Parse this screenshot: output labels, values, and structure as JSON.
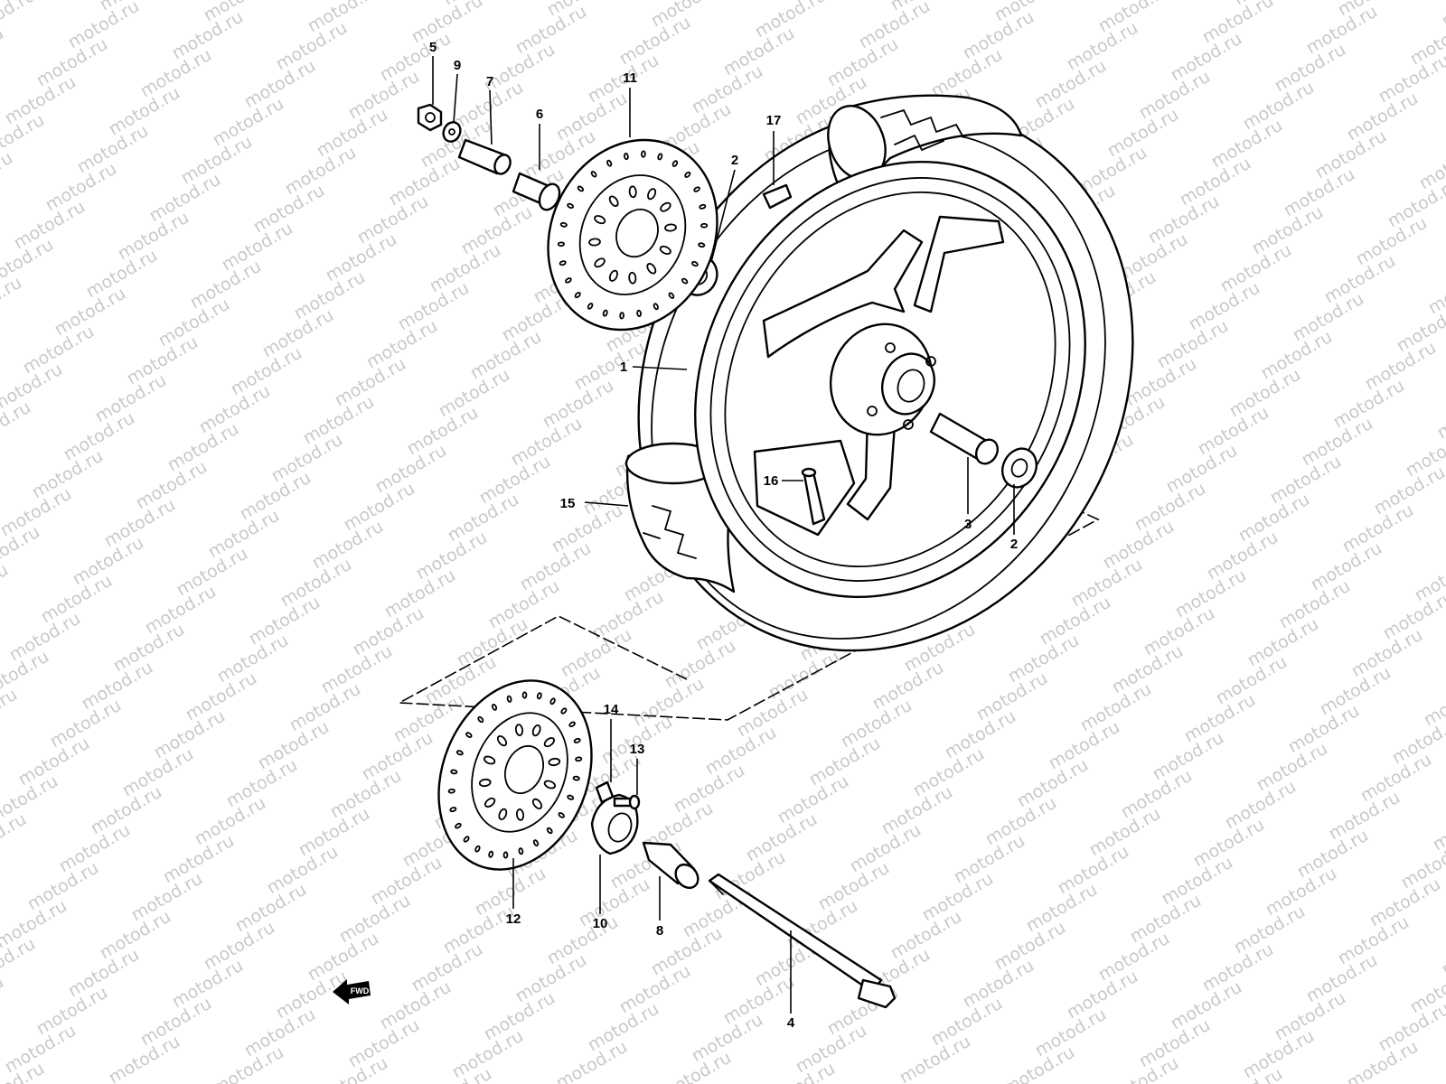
{
  "watermark": "motod.ru",
  "direction_marker": "FWD",
  "callouts": [
    {
      "id": "c5",
      "label": "5"
    },
    {
      "id": "c9",
      "label": "9"
    },
    {
      "id": "c7",
      "label": "7"
    },
    {
      "id": "c6",
      "label": "6"
    },
    {
      "id": "c11",
      "label": "11"
    },
    {
      "id": "c17",
      "label": "17"
    },
    {
      "id": "c2a",
      "label": "2"
    },
    {
      "id": "c1",
      "label": "1"
    },
    {
      "id": "c16",
      "label": "16"
    },
    {
      "id": "c15",
      "label": "15"
    },
    {
      "id": "c3",
      "label": "3"
    },
    {
      "id": "c2b",
      "label": "2"
    },
    {
      "id": "c14",
      "label": "14"
    },
    {
      "id": "c13",
      "label": "13"
    },
    {
      "id": "c12",
      "label": "12"
    },
    {
      "id": "c10",
      "label": "10"
    },
    {
      "id": "c8",
      "label": "8"
    },
    {
      "id": "c4",
      "label": "4"
    }
  ]
}
